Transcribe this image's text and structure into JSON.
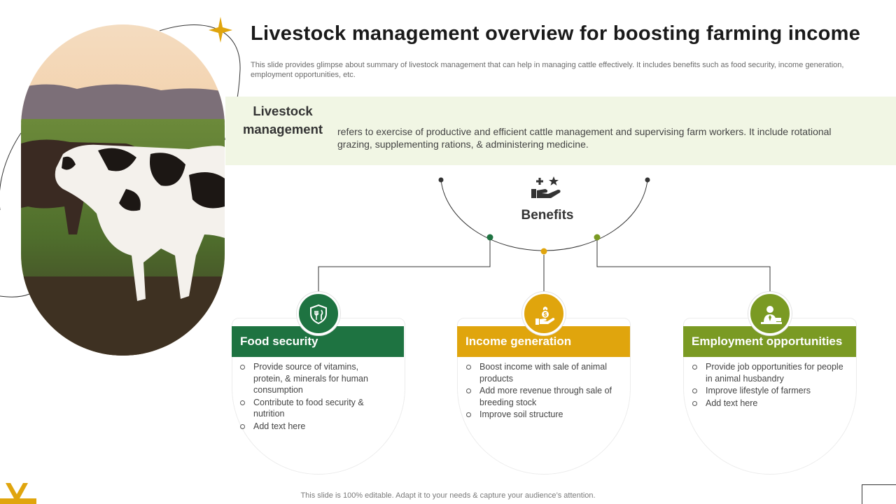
{
  "header": {
    "title": "Livestock management overview for boosting farming income",
    "subtitle": "This slide provides glimpse about summary of livestock management that can help in managing cattle effectively. It includes benefits such as food security, income generation, employment opportunities, etc."
  },
  "definition": {
    "term_line1": "Livestock",
    "term_line2": "management",
    "description": "refers to exercise of productive and efficient cattle management and supervising farm workers. It include rotational grazing, supplementing rations, & administering medicine."
  },
  "benefits": {
    "label": "Benefits",
    "cards": [
      {
        "title": "Food security",
        "color": "#1e7341",
        "icon": "shield-icon",
        "items": [
          "Provide  source of vitamins, protein,  & minerals for human consumption",
          "Contribute  to food  security & nutrition",
          "Add text here"
        ]
      },
      {
        "title": "Income generation",
        "color": "#e0a50d",
        "icon": "money-hand-icon",
        "items": [
          "Boost income with sale of animal products",
          "Add more revenue  through sale of breeding  stock",
          "Improve  soil structure"
        ]
      },
      {
        "title": "Employment opportunities",
        "color": "#7a9a23",
        "icon": "worker-icon",
        "items": [
          "Provide  job opportunities for people  in animal husbandry",
          "Improve  lifestyle of farmers",
          "Add text here"
        ]
      }
    ]
  },
  "footer": {
    "note": "This slide is 100% editable. Adapt it to your needs & capture your audience’s attention."
  },
  "colors": {
    "green": "#1e7341",
    "gold": "#e0a50d",
    "olive": "#7a9a23",
    "band": "#f1f6e4"
  }
}
